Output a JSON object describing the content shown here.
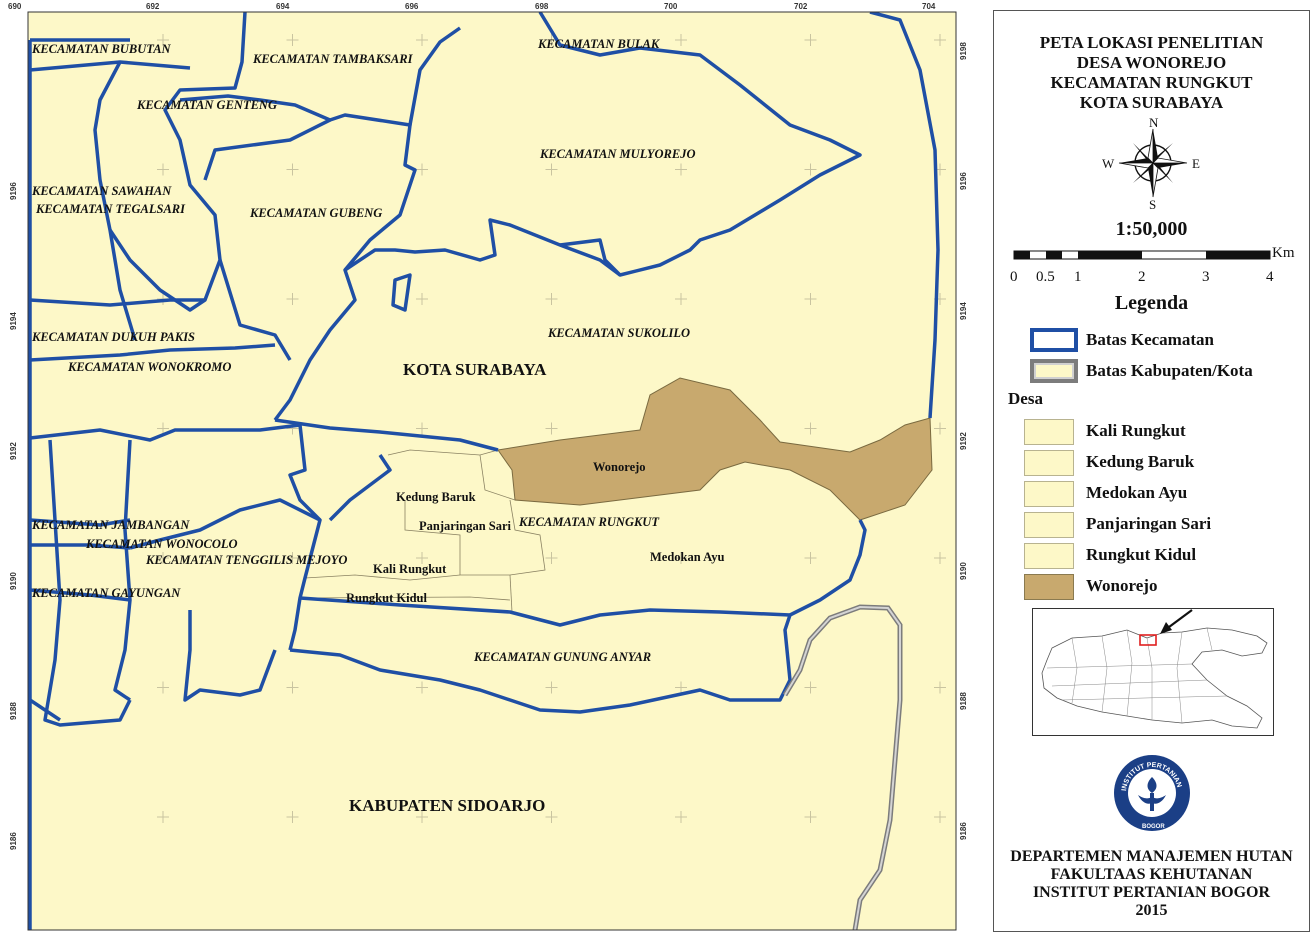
{
  "map": {
    "coord_top": [
      "690",
      "692",
      "694",
      "696",
      "698",
      "700",
      "702",
      "704"
    ],
    "coord_right": [
      "9198",
      "9196",
      "9194",
      "9192",
      "9190",
      "9188",
      "9186"
    ],
    "labels": {
      "kec_bubutan": "KECAMATAN BUBUTAN",
      "kec_tambaksari": "KECAMATAN TAMBAKSARI",
      "kec_bulak": "KECAMATAN BULAK",
      "kec_genteng": "KECAMATAN GENTENG",
      "kec_mulyorejo": "KECAMATAN MULYOREJO",
      "kec_sawahan": "KECAMATAN SAWAHAN",
      "kec_tegalsari": "KECAMATAN TEGALSARI",
      "kec_gubeng": "KECAMATAN GUBENG",
      "kec_dukuh_pakis": "KECAMATAN DUKUH PAKIS",
      "kec_sukolilo": "KECAMATAN SUKOLILO",
      "kec_wonokromo": "KECAMATAN WONOKROMO",
      "kota_surabaya": "KOTA SURABAYA",
      "desa_wonorejo": "Wonorejo",
      "desa_kedung_baruk": "Kedung Baruk",
      "desa_panjaringan_sari": "Panjaringan Sari",
      "kec_rungkut": "KECAMATAN RUNGKUT",
      "kec_jambangan": "KECAMATAN JAMBANGAN",
      "kec_wonocolo": "KECAMATAN WONOCOLO",
      "kec_tenggilis": "KECAMATAN TENGGILIS MEJOYO",
      "desa_kali_rungkut": "Kali Rungkut",
      "desa_medokan_ayu": "Medokan Ayu",
      "kec_gayungan": "KECAMATAN GAYUNGAN",
      "desa_rungkut_kidul": "Rungkut Kidul",
      "kec_gunung_anyar": "KECAMATAN GUNUNG ANYAR",
      "kab_sidoarjo": "KABUPATEN SIDOARJO"
    }
  },
  "legend": {
    "title": [
      "PETA LOKASI PENELITIAN",
      "DESA WONOREJO",
      "KECAMATAN RUNGKUT",
      "KOTA SURABAYA"
    ],
    "compass": {
      "n": "N",
      "s": "S",
      "e": "E",
      "w": "W"
    },
    "scale": "1:50,000",
    "scale_unit": "Km",
    "scale_ticks": [
      "0",
      "0.5",
      "1",
      "2",
      "3",
      "4"
    ],
    "legend_heading": "Legenda",
    "items": [
      {
        "label": "Batas Kecamatan"
      },
      {
        "label": "Batas Kabupaten/Kota"
      }
    ],
    "desa_heading": "Desa",
    "desa_items": [
      {
        "label": "Kali Rungkut",
        "color": "#fdf8c8"
      },
      {
        "label": "Kedung Baruk",
        "color": "#fdf8c8"
      },
      {
        "label": "Medokan Ayu",
        "color": "#fdf8c8"
      },
      {
        "label": "Panjaringan Sari",
        "color": "#fdf8c8"
      },
      {
        "label": "Rungkut Kidul",
        "color": "#fdf8c8"
      },
      {
        "label": "Wonorejo",
        "color": "#c8a96e"
      }
    ],
    "logo_text": "INSTITUT PERTANIAN BOGOR",
    "footer": [
      "DEPARTEMEN MANAJEMEN HUTAN",
      "FAKULTAAS KEHUTANAN",
      "INSTITUT PERTANIAN BOGOR",
      "2015"
    ]
  },
  "colors": {
    "land": "#fdf8c8",
    "boundary": "#1f4fa5",
    "wonorejo": "#c8a96e",
    "kab_border": "#8a8a8a"
  }
}
